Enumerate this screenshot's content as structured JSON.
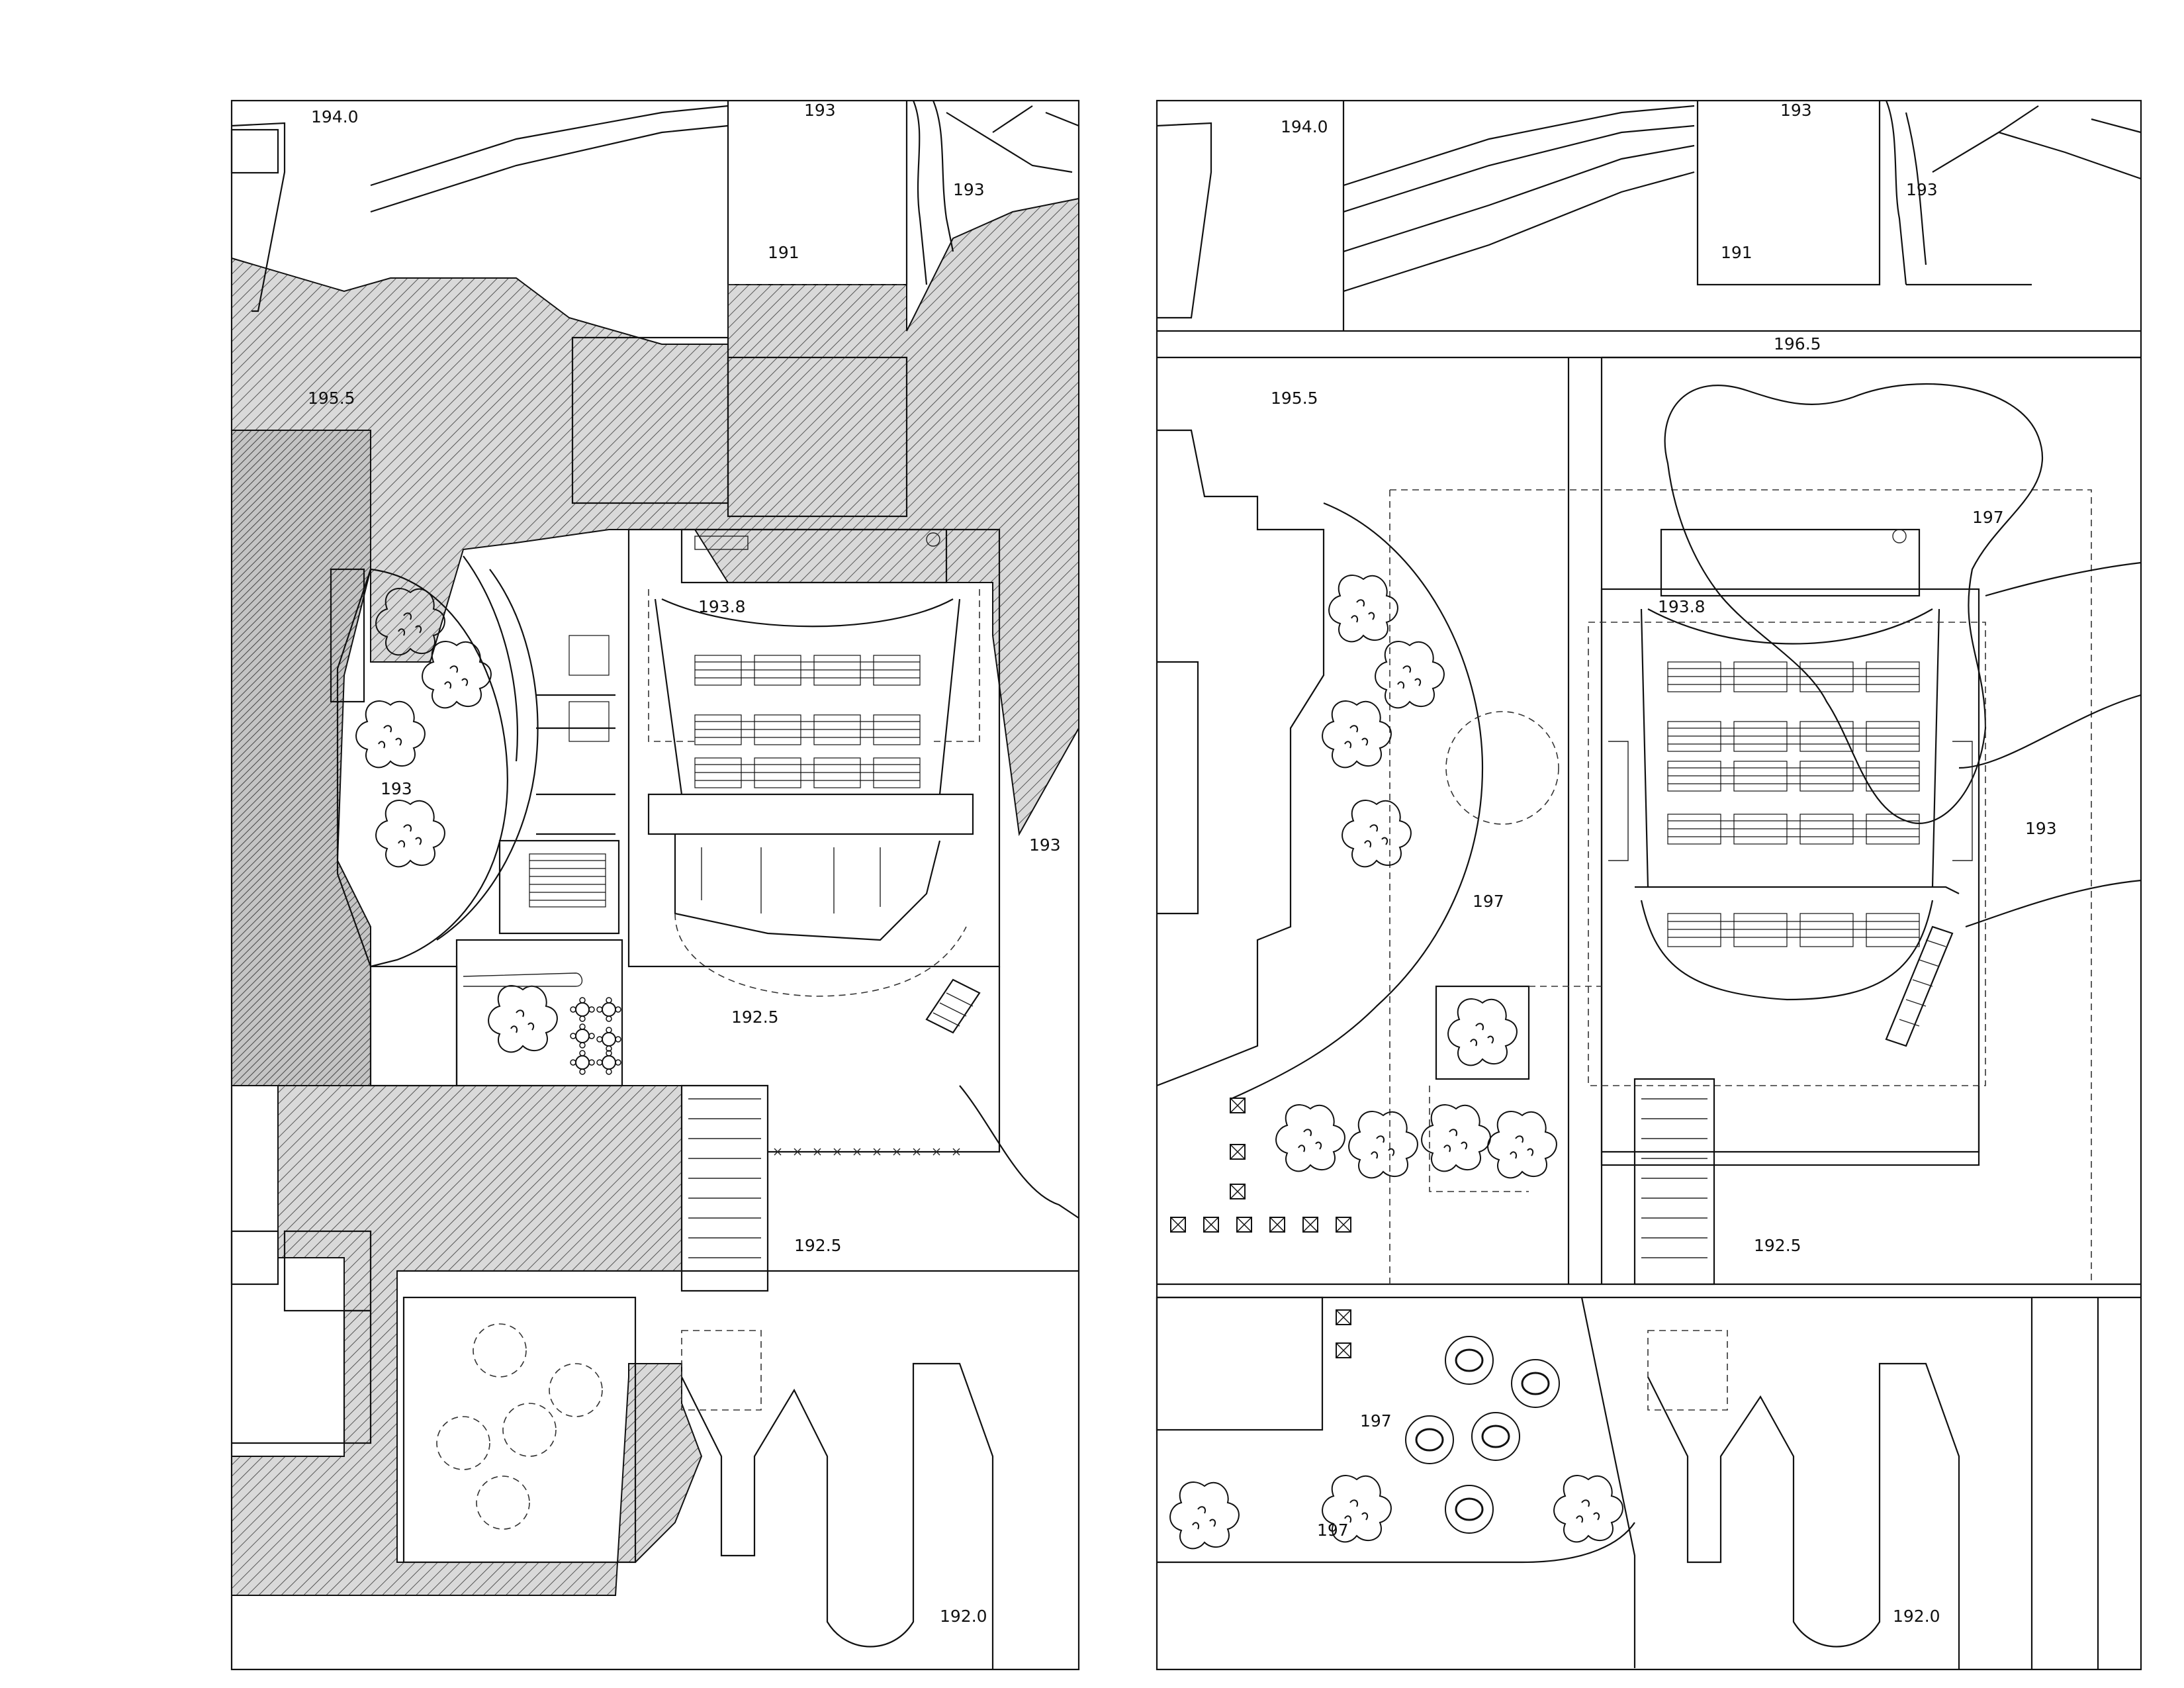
{
  "left_plan": {
    "elevations": [
      "194.0",
      "193",
      "193",
      "191",
      "195.5",
      "193.8",
      "193",
      "193",
      "192.5",
      "192.5",
      "192.0"
    ]
  },
  "right_plan": {
    "elevations": [
      "194.0",
      "193",
      "193",
      "191",
      "196.5",
      "195.5",
      "197",
      "193.8",
      "197",
      "193",
      "192.5",
      "197",
      "197",
      "192.0"
    ]
  }
}
